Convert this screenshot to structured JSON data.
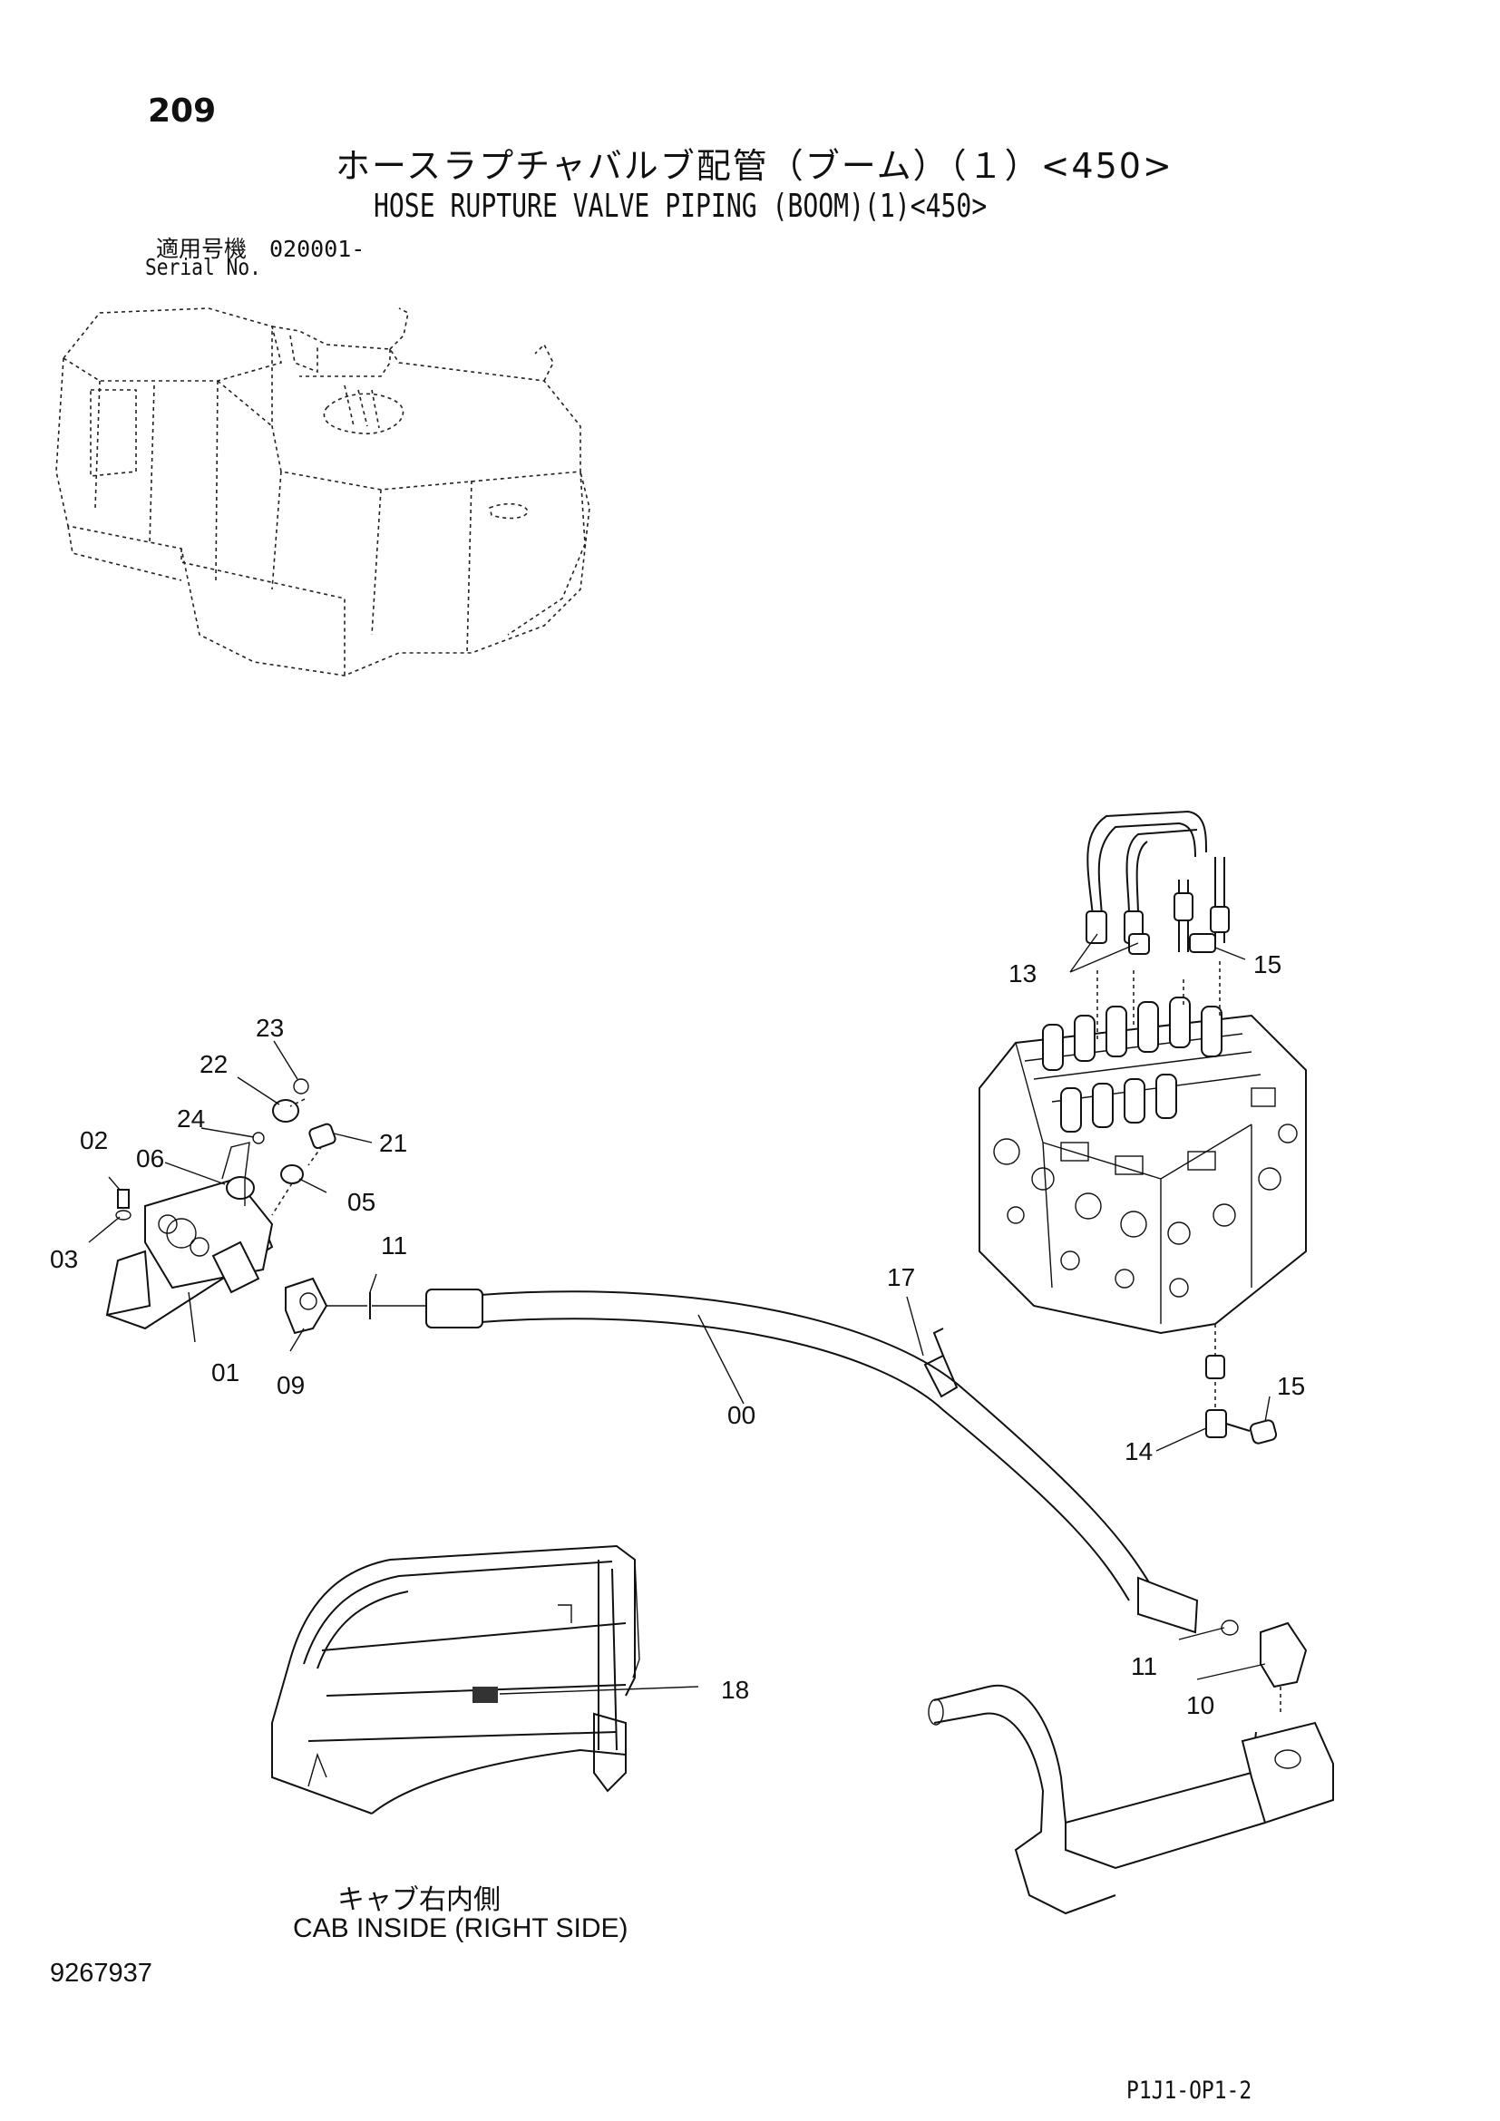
{
  "header": {
    "page_number": "209",
    "title_jp": "ホースラプチャバルブ配管（ブーム）（１）<450>",
    "title_en": "HOSE RUPTURE VALVE PIPING (BOOM)(1)<450>",
    "serial_label_jp": "適用号機　020001-",
    "serial_label_en": "Serial No."
  },
  "callouts": {
    "c00": "00",
    "c01": "01",
    "c02": "02",
    "c03": "03",
    "c05": "05",
    "c06": "06",
    "c09": "09",
    "c10": "10",
    "c11a": "11",
    "c11b": "11",
    "c13": "13",
    "c14": "14",
    "c15a": "15",
    "c15b": "15",
    "c17": "17",
    "c18": "18",
    "c21": "21",
    "c22": "22",
    "c23": "23",
    "c24": "24"
  },
  "cab_caption": {
    "jp": "キャブ右内側",
    "en": "CAB INSIDE (RIGHT SIDE)"
  },
  "footer": {
    "document_number": "9267937",
    "figure_code": "P1J1-OP1-2"
  }
}
